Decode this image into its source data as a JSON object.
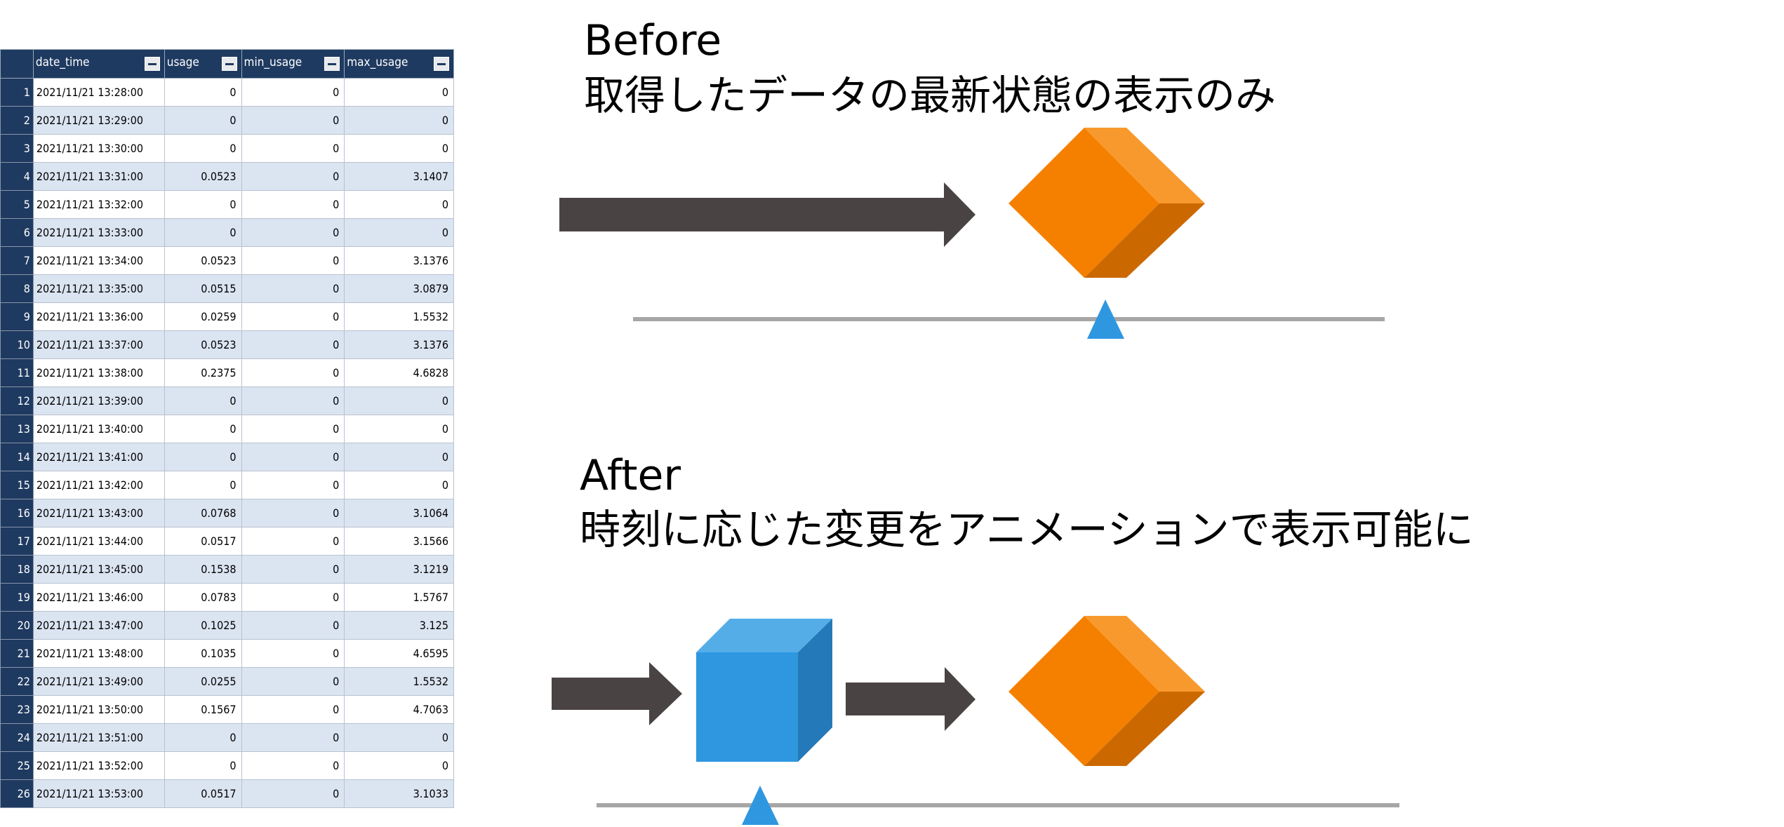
{
  "table": {
    "columns": [
      "date_time",
      "usage",
      "min_usage",
      "max_usage"
    ],
    "rows": [
      [
        "1",
        "2021/11/21 13:28:00",
        "0",
        "0",
        "0"
      ],
      [
        "2",
        "2021/11/21 13:29:00",
        "0",
        "0",
        "0"
      ],
      [
        "3",
        "2021/11/21 13:30:00",
        "0",
        "0",
        "0"
      ],
      [
        "4",
        "2021/11/21 13:31:00",
        "0.0523",
        "0",
        "3.1407"
      ],
      [
        "5",
        "2021/11/21 13:32:00",
        "0",
        "0",
        "0"
      ],
      [
        "6",
        "2021/11/21 13:33:00",
        "0",
        "0",
        "0"
      ],
      [
        "7",
        "2021/11/21 13:34:00",
        "0.0523",
        "0",
        "3.1376"
      ],
      [
        "8",
        "2021/11/21 13:35:00",
        "0.0515",
        "0",
        "3.0879"
      ],
      [
        "9",
        "2021/11/21 13:36:00",
        "0.0259",
        "0",
        "1.5532"
      ],
      [
        "10",
        "2021/11/21 13:37:00",
        "0.0523",
        "0",
        "3.1376"
      ],
      [
        "11",
        "2021/11/21 13:38:00",
        "0.2375",
        "0",
        "4.6828"
      ],
      [
        "12",
        "2021/11/21 13:39:00",
        "0",
        "0",
        "0"
      ],
      [
        "13",
        "2021/11/21 13:40:00",
        "0",
        "0",
        "0"
      ],
      [
        "14",
        "2021/11/21 13:41:00",
        "0",
        "0",
        "0"
      ],
      [
        "15",
        "2021/11/21 13:42:00",
        "0",
        "0",
        "0"
      ],
      [
        "16",
        "2021/11/21 13:43:00",
        "0.0768",
        "0",
        "3.1064"
      ],
      [
        "17",
        "2021/11/21 13:44:00",
        "0.0517",
        "0",
        "3.1566"
      ],
      [
        "18",
        "2021/11/21 13:45:00",
        "0.1538",
        "0",
        "3.1219"
      ],
      [
        "19",
        "2021/11/21 13:46:00",
        "0.0783",
        "0",
        "1.5767"
      ],
      [
        "20",
        "2021/11/21 13:47:00",
        "0.1025",
        "0",
        "3.125"
      ],
      [
        "21",
        "2021/11/21 13:48:00",
        "0.1035",
        "0",
        "4.6595"
      ],
      [
        "22",
        "2021/11/21 13:49:00",
        "0.0255",
        "0",
        "1.5532"
      ],
      [
        "23",
        "2021/11/21 13:50:00",
        "0.1567",
        "0",
        "4.7063"
      ],
      [
        "24",
        "2021/11/21 13:51:00",
        "0",
        "0",
        "0"
      ],
      [
        "25",
        "2021/11/21 13:52:00",
        "0",
        "0",
        "0"
      ],
      [
        "26",
        "2021/11/21 13:53:00",
        "0.0517",
        "0",
        "3.1033"
      ]
    ]
  },
  "before": {
    "title": "Before",
    "subtitle": "取得したデータの最新状態の表示のみ"
  },
  "after": {
    "title": "After",
    "subtitle": "時刻に応じた変更をアニメーションで表示可能に"
  },
  "colors": {
    "header_bg": "#1f3a60",
    "row_stripe": "#dbe4f1",
    "arrow": "#4a4344",
    "diamond_front": "#f58000",
    "diamond_top": "#f8992e",
    "diamond_side": "#cc6800",
    "cube_front": "#2f97e0",
    "cube_top": "#55ade8",
    "cube_side": "#2479b8",
    "timeline": "#a6a6a6",
    "marker": "#2f97e0"
  }
}
